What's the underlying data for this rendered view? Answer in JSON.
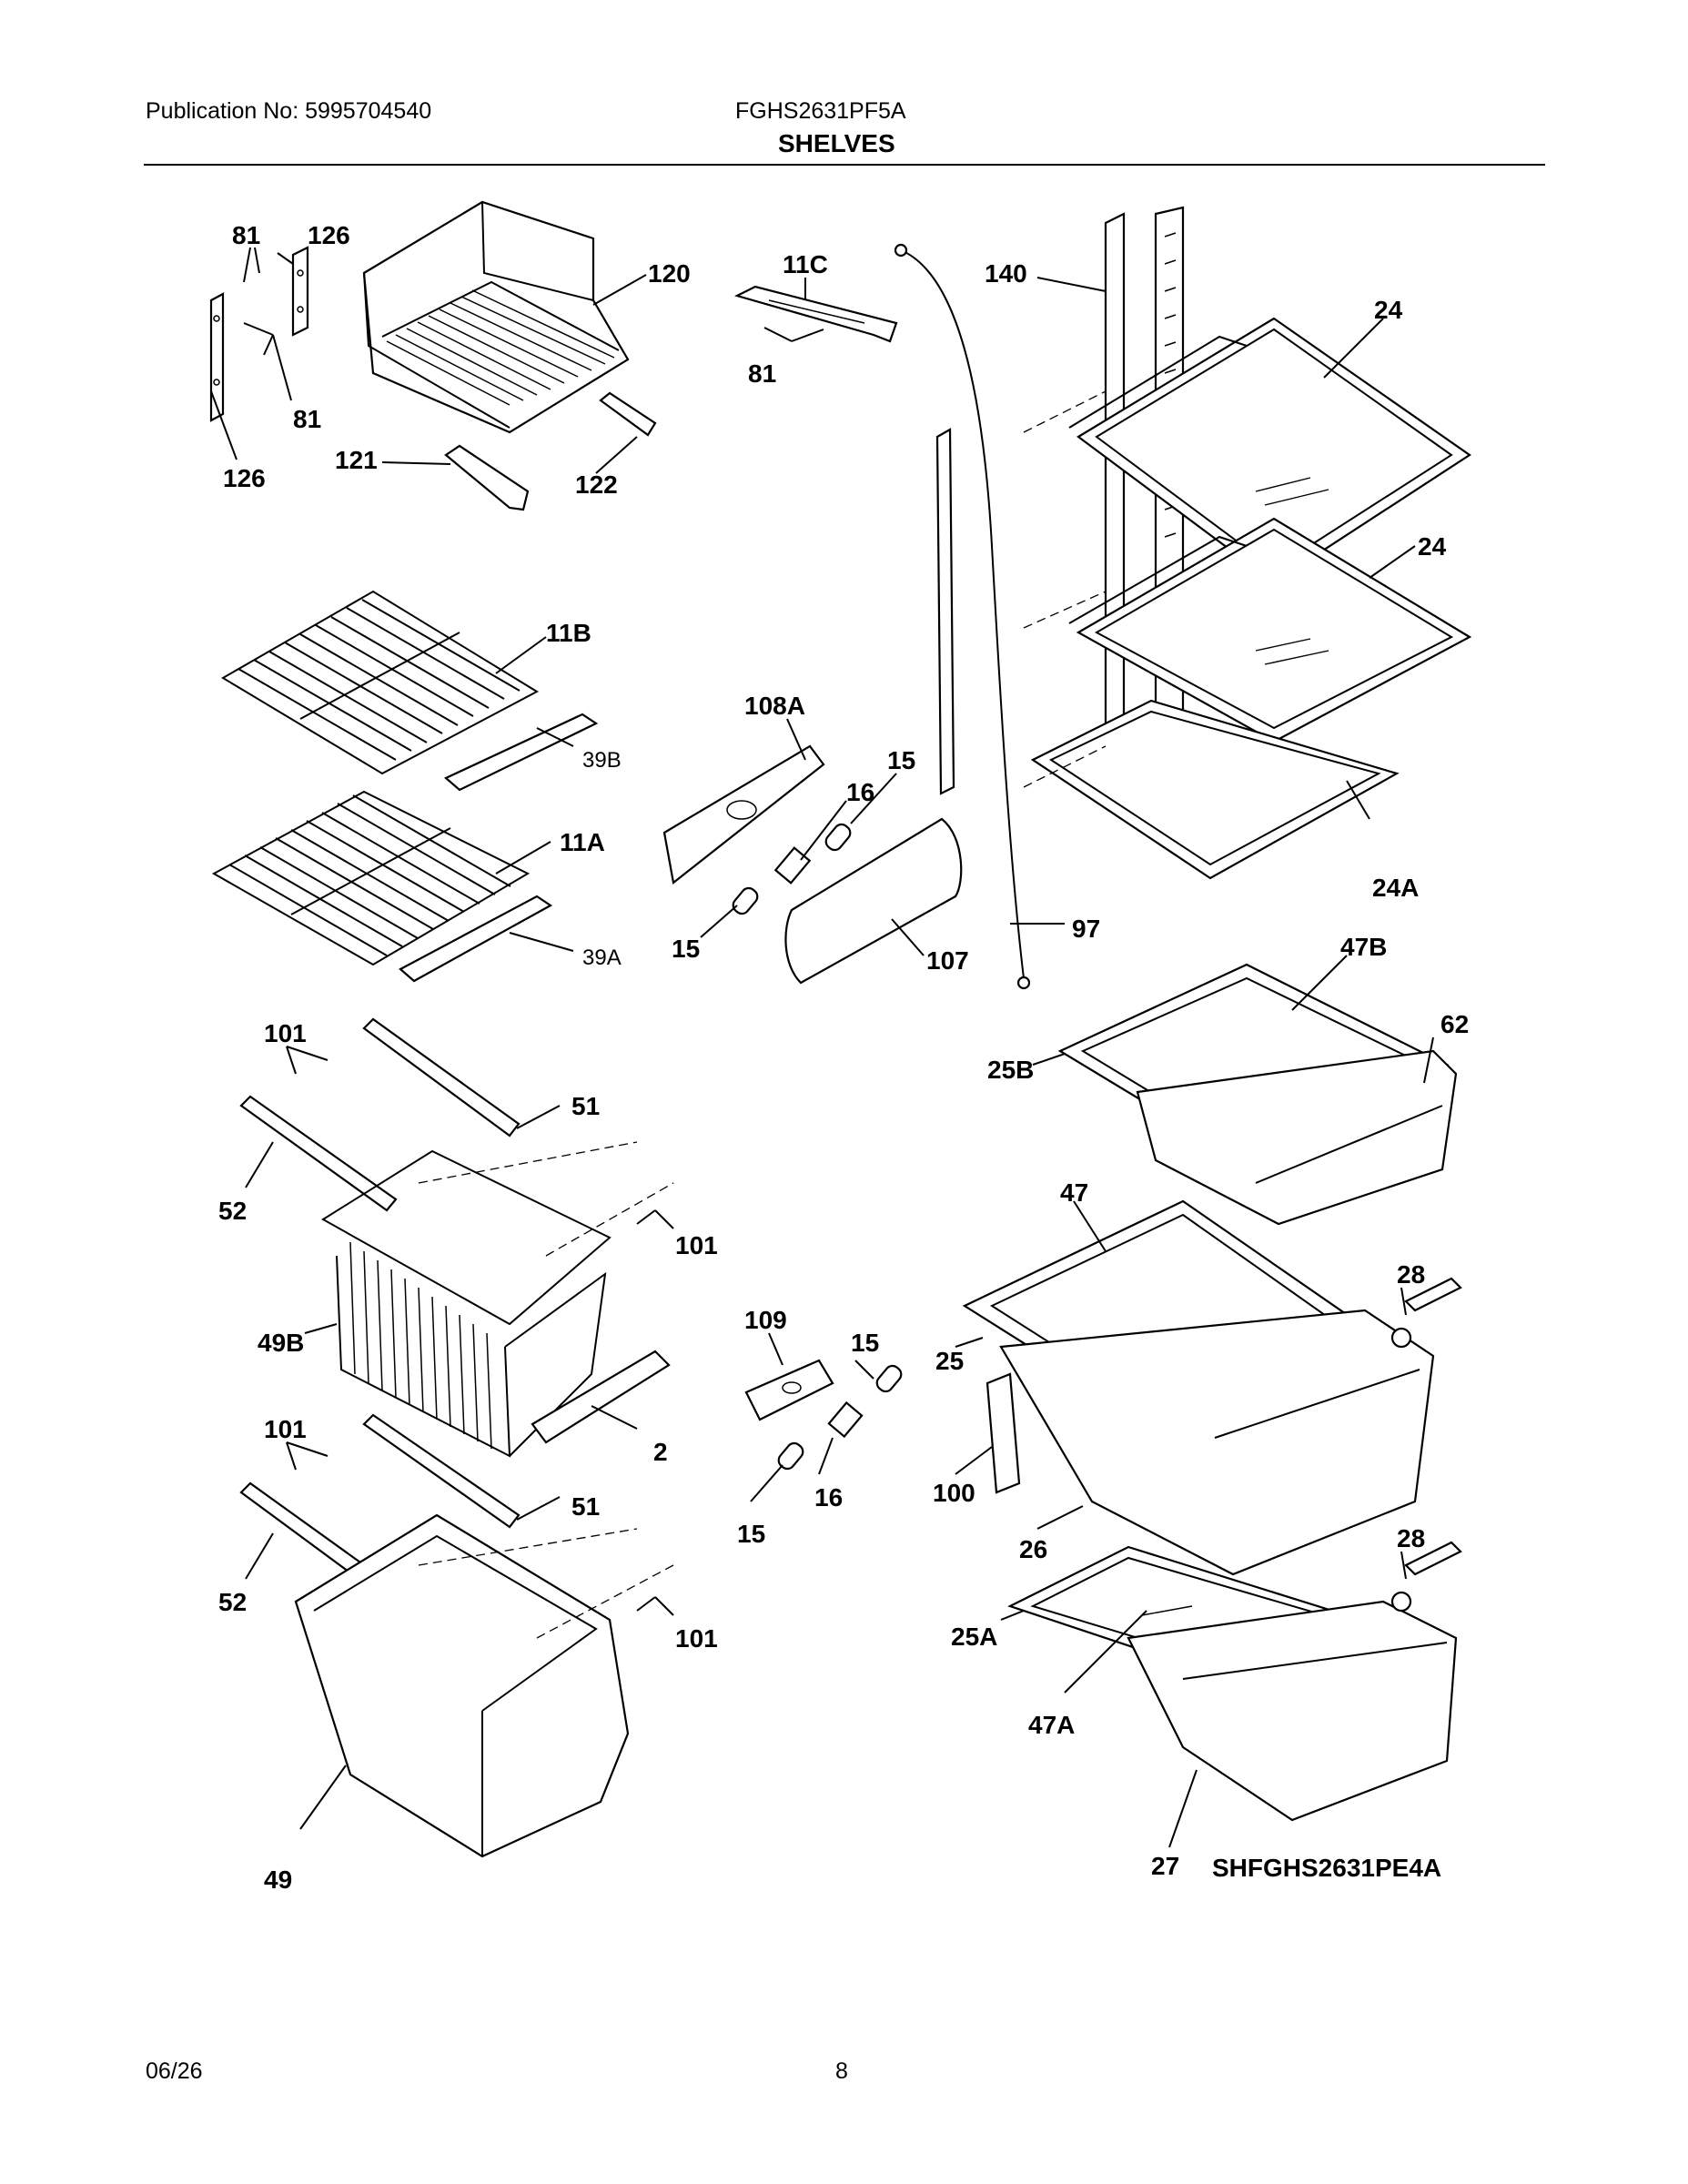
{
  "header": {
    "publication": "Publication No: 5995704540",
    "model": "FGHS2631PF5A",
    "section": "SHELVES"
  },
  "footer": {
    "date": "06/26",
    "page": "8"
  },
  "diagram_code": "SHFGHS2631PE4A",
  "labels": {
    "l81a": "81",
    "l126a": "126",
    "l120": "120",
    "l81b": "81",
    "l126b": "126",
    "l121": "121",
    "l122": "122",
    "l11c": "11C",
    "l81c": "81",
    "l140": "140",
    "l24a": "24",
    "l24b": "24",
    "l24A": "24A",
    "l11b": "11B",
    "l39b": "39B",
    "l11a": "11A",
    "l39a": "39A",
    "l108a": "108A",
    "l15a": "15",
    "l16a": "16",
    "l15b": "15",
    "l107": "107",
    "l97": "97",
    "l47b": "47B",
    "l62": "62",
    "l25b": "25B",
    "l47": "47",
    "l28a": "28",
    "l25": "25",
    "l100": "100",
    "l26": "26",
    "l28b": "28",
    "l25a": "25A",
    "l47a": "47A",
    "l27": "27",
    "l101a": "101",
    "l51a": "51",
    "l52a": "52",
    "l101b": "101",
    "l49b": "49B",
    "l2": "2",
    "l101c": "101",
    "l51b": "51",
    "l52b": "52",
    "l101d": "101",
    "l49": "49",
    "l109": "109",
    "l15c": "15",
    "l15d": "15",
    "l16b": "16"
  }
}
